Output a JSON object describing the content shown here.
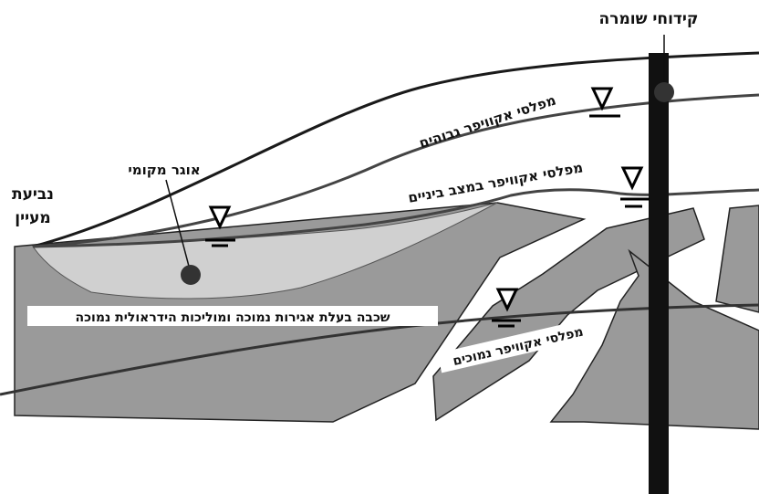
{
  "labels": {
    "monitoring_well": "קידוחי שומרה",
    "spring_line1": "נביעת",
    "spring_line2": "מעיין",
    "local_aquifer": "אוגר מקומי",
    "high_aquifer_levels": "מפלסי אקוויפר גבוהים",
    "intermediate_aquifer_levels": "מפלסי אקוויפר במצב ביניים",
    "low_aquifer_levels": "מפלסי אקוויפר נמוכים",
    "low_permeability_layer": "שכבה בעלת אגירות נמוכה ומוליכות הידראולית נמוכה"
  },
  "colors": {
    "rock": "#9a9a9a",
    "perched_aquifer": "#d0d0d0",
    "lines": "#1a1a1a",
    "level_lines": "#444444",
    "well": "#111111",
    "background": "#ffffff"
  }
}
